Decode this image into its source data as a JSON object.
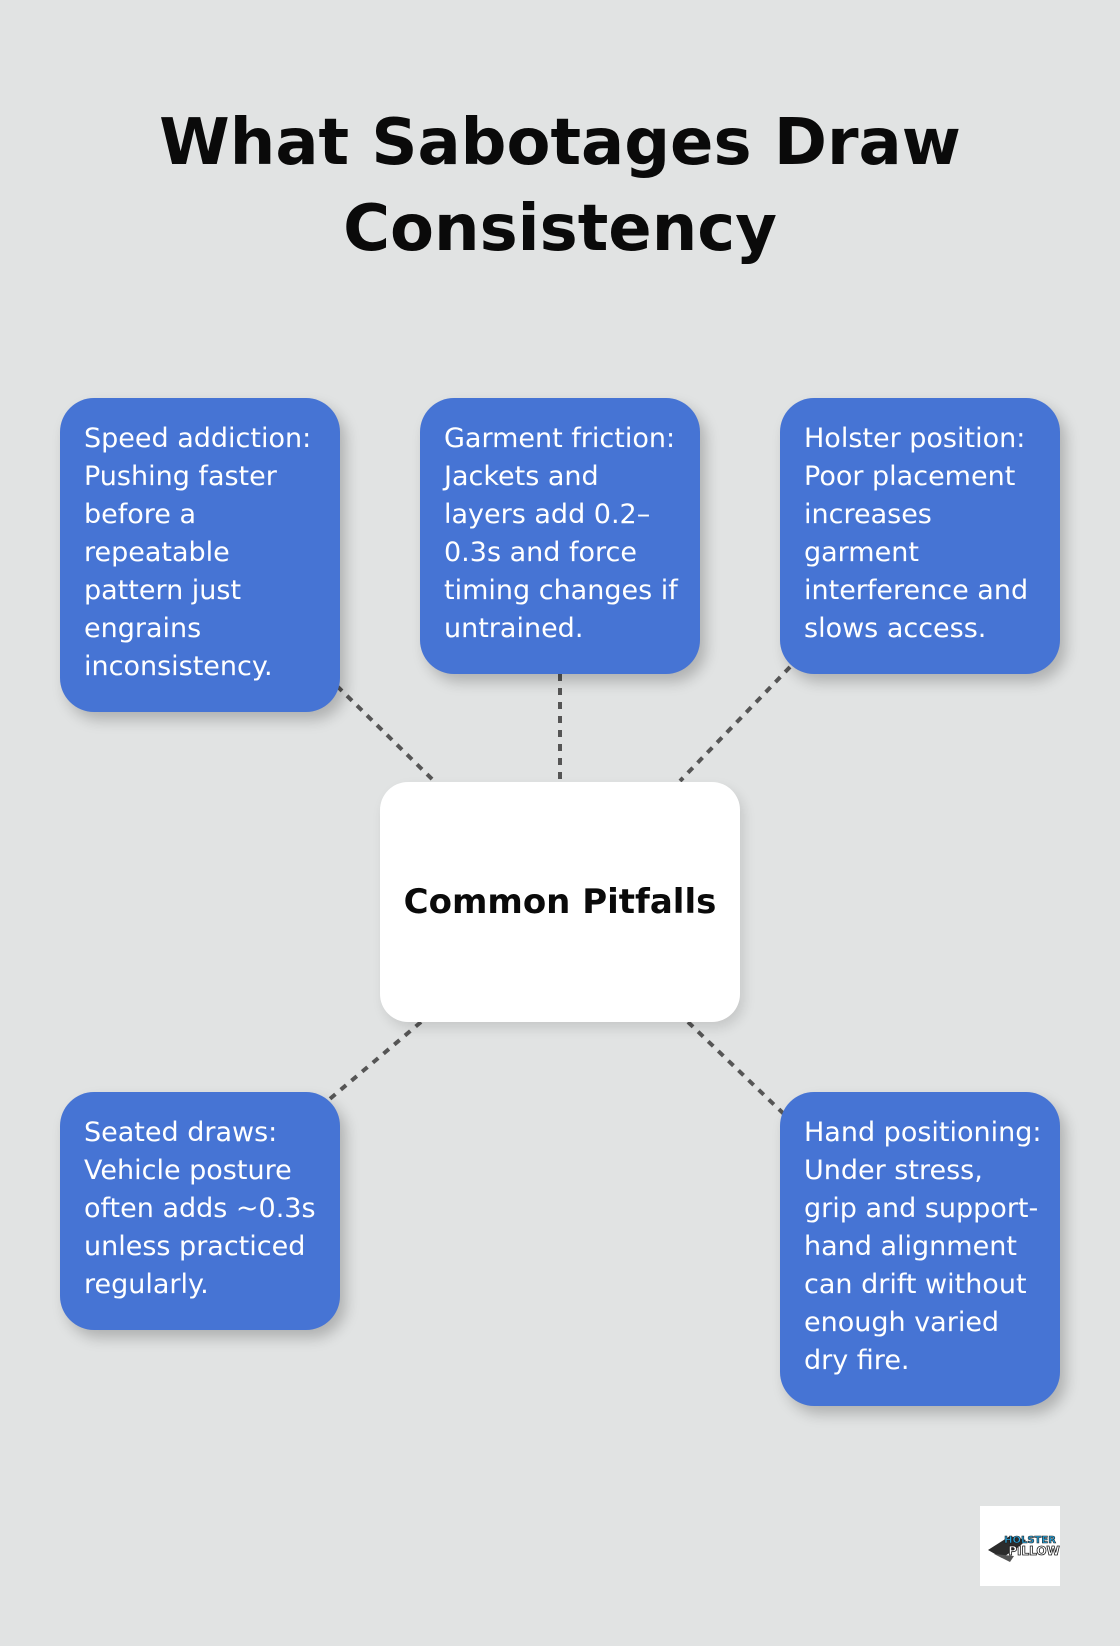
{
  "title": {
    "line1": "What Sabotages Draw",
    "line2": "Consistency"
  },
  "center": {
    "label": "Common Pitfalls"
  },
  "nodes": [
    {
      "text": "Speed addiction: Pushing faster before a repeatable pattern just engrains inconsistency."
    },
    {
      "text": "Garment friction: Jackets and layers add 0.2–0.3s and force timing changes if untrained."
    },
    {
      "text": "Holster position: Poor placement increases garment interference and slows access."
    },
    {
      "text": "Seated draws: Vehicle posture often adds ~0.3s unless practiced regularly."
    },
    {
      "text": "Hand positioning: Under stress, grip and support-hand alignment can drift without enough varied dry fire."
    }
  ],
  "logo": {
    "text_line1": "HOLSTER",
    "text_line2": "PILLOW"
  },
  "colors": {
    "background": "#e1e3e3",
    "node_fill": "#4674d4",
    "center_fill": "#ffffff",
    "connector": "#555555"
  }
}
